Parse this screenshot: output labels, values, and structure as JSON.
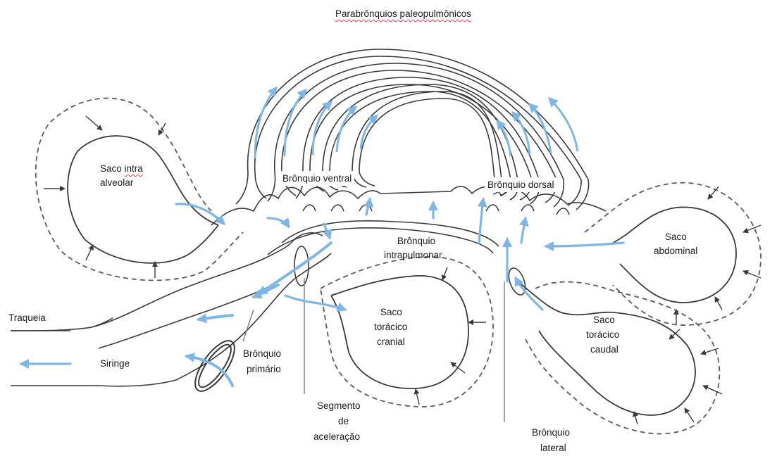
{
  "labels": {
    "parabronquios": "Parabrônquios paleopulmônicos",
    "bronquio_ventral": "Brônquio ventral",
    "bronquio_dorsal": "Brônquio dorsal",
    "bronquio_intrapulmonar_1": "Brônquio",
    "bronquio_intrapulmonar_2": "intrapulmonar",
    "saco_intra_1": "Saco intra",
    "saco_intra_2": "alveolar",
    "saco_abdominal_1": "Saco",
    "saco_abdominal_2": "abdominal",
    "saco_toracico_cranial_1": "Saco",
    "saco_toracico_cranial_2": "torácico",
    "saco_toracico_cranial_3": "cranial",
    "saco_toracico_caudal_1": "Saco",
    "saco_toracico_caudal_2": "torácico",
    "saco_toracico_caudal_3": "caudal",
    "traqueia": "Traqueia",
    "siringe": "Siringe",
    "bronquio_primario_1": "Brônquio",
    "bronquio_primario_2": "primário",
    "segmento_1": "Segmento",
    "segmento_2": "de",
    "segmento_3": "aceleração",
    "bronquio_lateral_1": "Brônquio",
    "bronquio_lateral_2": "lateral"
  },
  "colors": {
    "line": "#3a3a3a",
    "dashed": "#5a5a5a",
    "flow_arrow": "#7fb6e6"
  }
}
